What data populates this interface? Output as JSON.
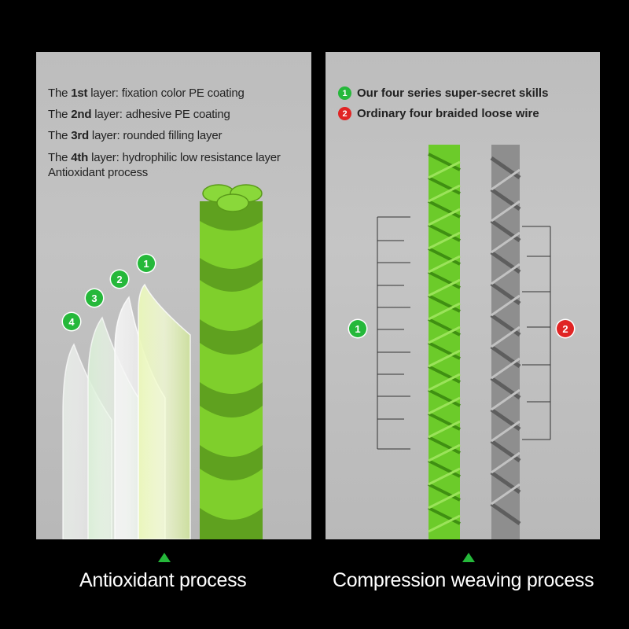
{
  "left_panel": {
    "layers": [
      {
        "prefix": "The ",
        "ordinal": "1st",
        "suffix": " layer: fixation color PE coating"
      },
      {
        "prefix": "The ",
        "ordinal": "2nd",
        "suffix": " layer: adhesive PE coating"
      },
      {
        "prefix": "The ",
        "ordinal": "3rd",
        "suffix": " layer: rounded filling layer"
      },
      {
        "prefix": "The ",
        "ordinal": "4th",
        "suffix": " layer: hydrophilic low resistance layer"
      }
    ],
    "extra_line": "Antioxidant process",
    "layer_badges": [
      "1",
      "2",
      "3",
      "4"
    ],
    "caption": "Antioxidant process"
  },
  "right_panel": {
    "legend": [
      {
        "number": "1",
        "text": "Our four series super-secret skills"
      },
      {
        "number": "2",
        "text": "Ordinary four braided loose wire"
      }
    ],
    "scale_badges": [
      "1",
      "2"
    ],
    "caption": "Compression weaving process"
  },
  "colors": {
    "accent_green": "#25b83a",
    "accent_red": "#e02424",
    "line_green": "#6ccb2a",
    "line_gray": "#8e8e8e"
  }
}
